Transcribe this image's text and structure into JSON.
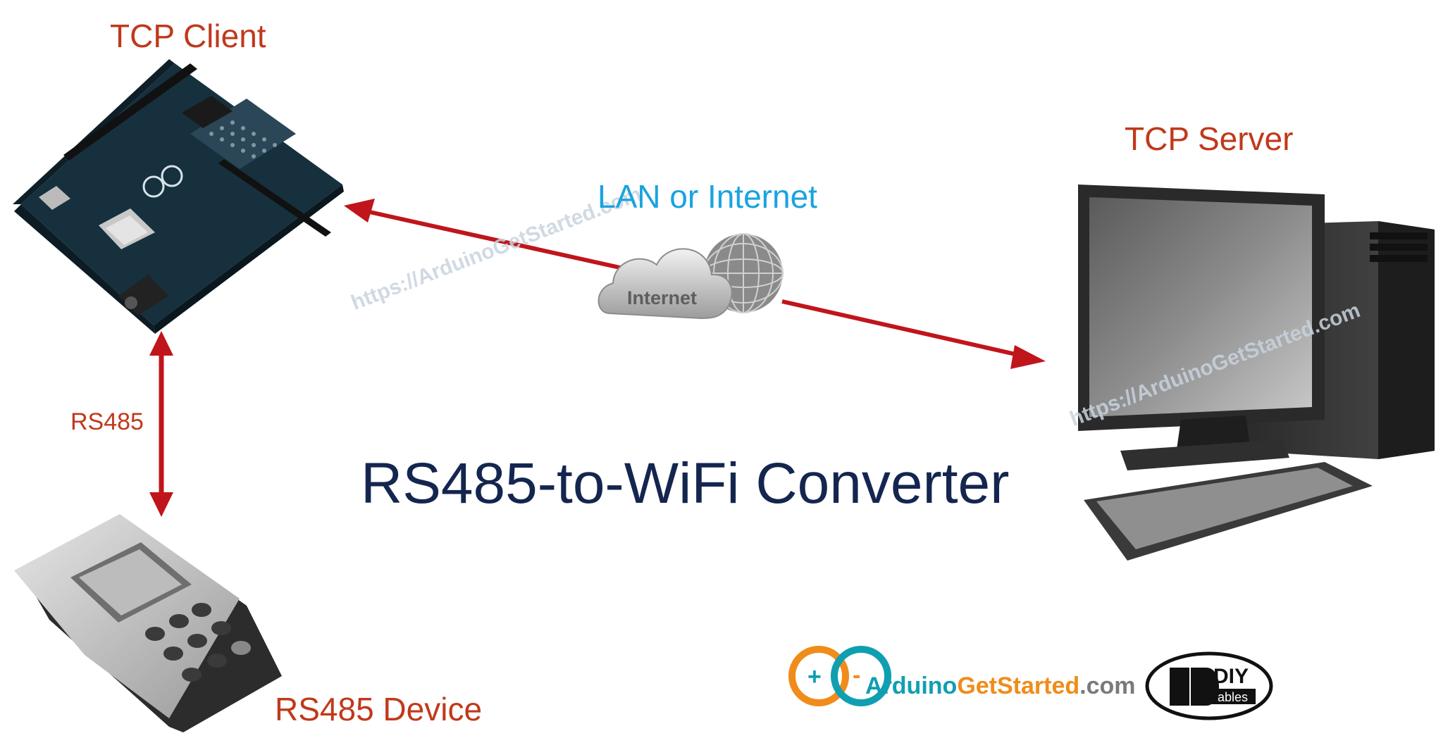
{
  "labels": {
    "tcp_client": "TCP Client",
    "tcp_server": "TCP Server",
    "rs485_device": "RS485 Device",
    "rs485_link": "RS485",
    "network": "LAN or Internet",
    "cloud_text": "Internet",
    "title": "RS485-to-WiFi Converter"
  },
  "watermark": "https://ArduinoGetStarted.com",
  "logos": {
    "agsp_part1": "Arduino",
    "agsp_part2": "GetStarted",
    "agsp_part3": ".com",
    "diy_top": "DIY",
    "diy_bottom": "ables"
  },
  "colors": {
    "label_red": "#c0391b",
    "arrow_red": "#c0151b",
    "network_blue": "#1aa3e0",
    "title_navy": "#14264f",
    "board_blue": "#1d3a4a",
    "brand_teal": "#0f9fb1",
    "brand_orange": "#f08c1b"
  },
  "icons": [
    "arduino-board-icon",
    "computer-icon",
    "payment-terminal-icon",
    "internet-cloud-icon",
    "globe-icon"
  ]
}
